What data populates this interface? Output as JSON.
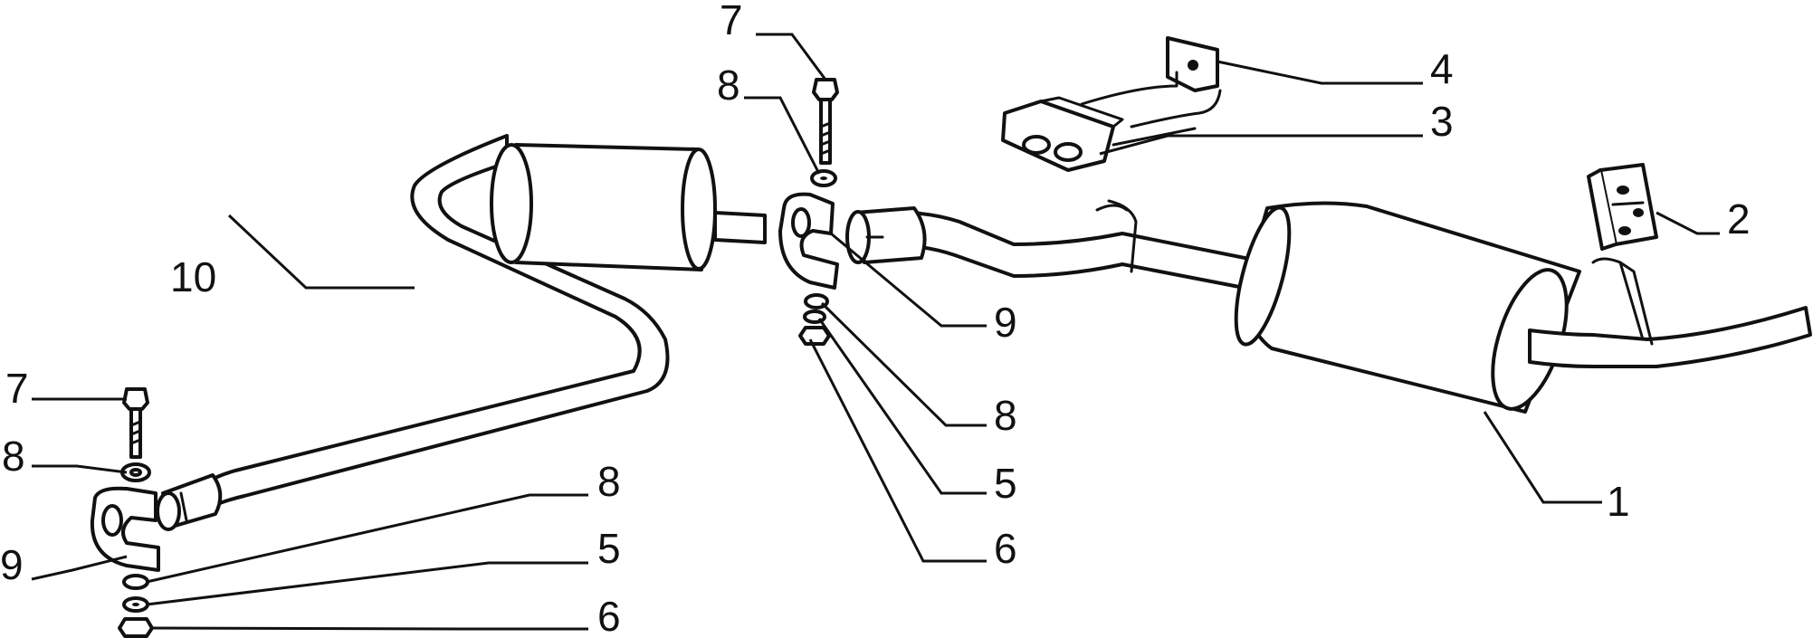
{
  "diagram": {
    "callouts": {
      "c1": "1",
      "c2": "2",
      "c3": "3",
      "c4": "4",
      "c5_left": "5",
      "c5_mid": "5",
      "c6_left": "6",
      "c6_mid": "6",
      "c7_left": "7",
      "c7_top": "7",
      "c8_left_top": "8",
      "c8_left_low": "8",
      "c8_mid_top": "8",
      "c8_mid_low": "8",
      "c9_left": "9",
      "c9_mid": "9",
      "c10": "10"
    },
    "colors": {
      "ink": "#111111",
      "paper": "#ffffff"
    }
  }
}
